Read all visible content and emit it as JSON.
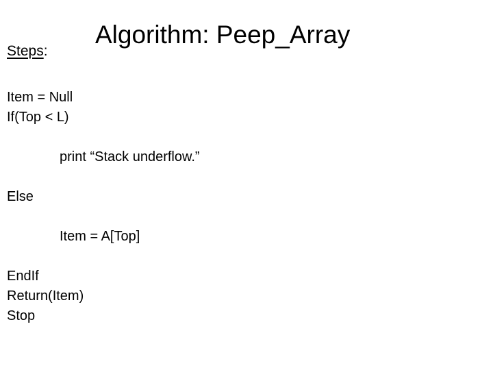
{
  "slide": {
    "background_color": "#ffffff",
    "text_color": "#000000",
    "title": "Algorithm: Peep_Array",
    "steps_label_word": "Steps",
    "steps_label_colon": ":",
    "lines": [
      {
        "indent": 0,
        "text": "Item = Null"
      },
      {
        "indent": 0,
        "text": "If(Top < L)"
      },
      {
        "indent": 0,
        "text": ""
      },
      {
        "indent": 1,
        "text": "print “Stack underflow.”"
      },
      {
        "indent": 0,
        "text": ""
      },
      {
        "indent": 0,
        "text": "Else"
      },
      {
        "indent": 0,
        "text": ""
      },
      {
        "indent": 1,
        "text": "Item = A[Top]"
      },
      {
        "indent": 0,
        "text": ""
      },
      {
        "indent": 0,
        "text": "EndIf"
      },
      {
        "indent": 0,
        "text": "Return(Item)"
      },
      {
        "indent": 0,
        "text": "Stop"
      }
    ]
  }
}
